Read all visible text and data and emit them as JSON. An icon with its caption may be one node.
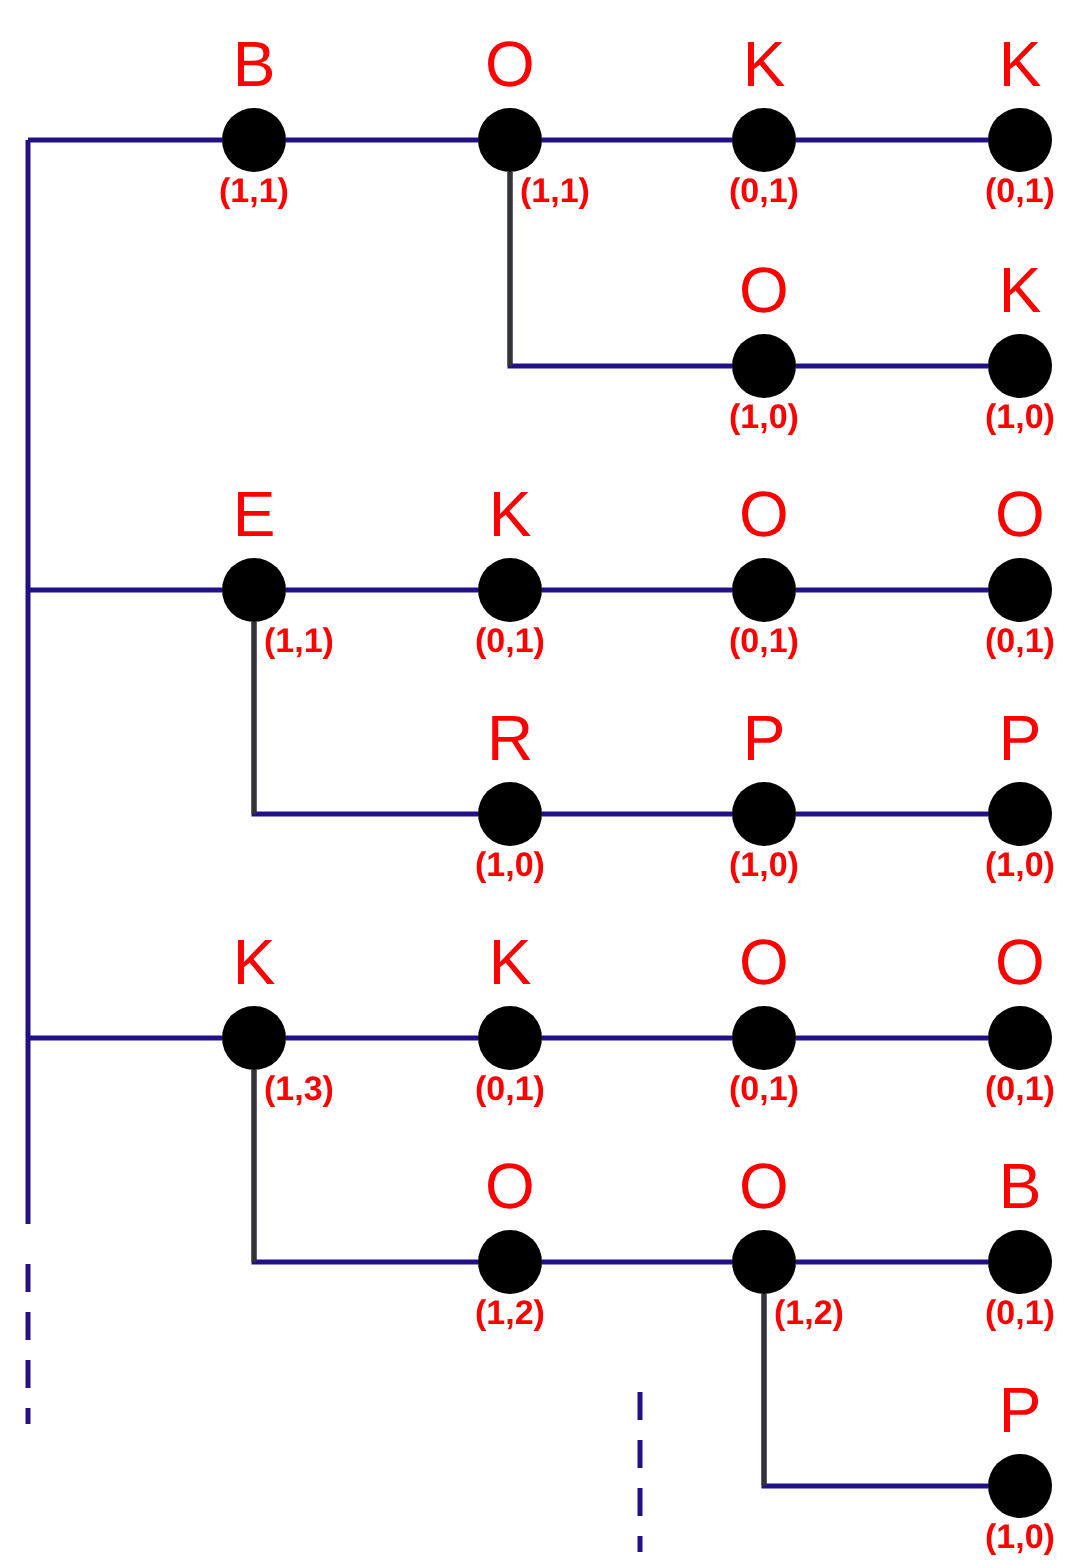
{
  "diagram": {
    "nodes": [
      {
        "text": [
          "B"
        ],
        "beside": [
          "(1,1)"
        ]
      },
      {
        "text": [
          "O"
        ],
        "beside": [
          "(1,1)"
        ]
      },
      {
        "text": [
          "K"
        ],
        "beside": [
          "(0,1)"
        ]
      },
      {
        "text": [
          "K"
        ],
        "beside": [
          "(0,1)"
        ]
      },
      {
        "text": [
          "O"
        ],
        "beside": [
          "(1,0)"
        ]
      },
      {
        "text": [
          "K"
        ],
        "beside": [
          "(1,0)"
        ]
      },
      {
        "text": [
          "E"
        ],
        "beside": [
          "(1,1)"
        ]
      },
      {
        "text": [
          "K"
        ],
        "beside": [
          "(0,1)"
        ]
      },
      {
        "text": [
          "O"
        ],
        "beside": [
          "(0,1)"
        ]
      },
      {
        "text": [
          "O"
        ],
        "beside": [
          "(0,1)"
        ]
      },
      {
        "text": [
          "R"
        ],
        "beside": [
          "(1,0)"
        ]
      },
      {
        "text": [
          "P"
        ],
        "beside": [
          "(1,0)"
        ]
      },
      {
        "text": [
          "P"
        ],
        "beside": [
          "(1,0)"
        ]
      },
      {
        "text": [
          "K"
        ],
        "beside": [
          "(1,3)"
        ]
      },
      {
        "text": [
          "K"
        ],
        "beside": [
          "(0,1)"
        ]
      },
      {
        "text": [
          "O"
        ],
        "beside": [
          "(0,1)"
        ]
      },
      {
        "text": [
          "O"
        ],
        "beside": [
          "(0,1)"
        ]
      },
      {
        "text": [
          "O"
        ],
        "beside": [
          "(1,2)"
        ]
      },
      {
        "text": [
          "O"
        ],
        "beside": [
          "(1,2)"
        ]
      },
      {
        "text": [
          "B"
        ],
        "beside": [
          "(0,1)"
        ]
      },
      {
        "text": [
          "P"
        ],
        "beside": [
          "(1,0)"
        ]
      }
    ],
    "edges": [
      {
        "from": null,
        "to": 0,
        "arrow": "none"
      },
      {
        "from": 0,
        "to": 1,
        "arrow": "none"
      },
      {
        "from": 1,
        "to": 2,
        "arrow": "none"
      },
      {
        "from": 2,
        "to": 3,
        "arrow": "none"
      },
      {
        "from": 1,
        "to": 4,
        "arrow": "none"
      },
      {
        "from": 4,
        "to": 5,
        "arrow": "none"
      },
      {
        "from": null,
        "to": 6,
        "arrow": "none"
      },
      {
        "from": 6,
        "to": 7,
        "arrow": "none"
      },
      {
        "from": 7,
        "to": 8,
        "arrow": "none"
      },
      {
        "from": 8,
        "to": 9,
        "arrow": "none"
      },
      {
        "from": 6,
        "to": 10,
        "arrow": "none"
      },
      {
        "from": 10,
        "to": 11,
        "arrow": "none"
      },
      {
        "from": 11,
        "to": 12,
        "arrow": "none"
      },
      {
        "from": null,
        "to": 13,
        "arrow": "none"
      },
      {
        "from": 13,
        "to": 14,
        "arrow": "none"
      },
      {
        "from": 14,
        "to": 15,
        "arrow": "none"
      },
      {
        "from": 15,
        "to": 16,
        "arrow": "none"
      },
      {
        "from": 13,
        "to": 17,
        "arrow": "none"
      },
      {
        "from": 17,
        "to": 18,
        "arrow": "none"
      },
      {
        "from": 18,
        "to": 19,
        "arrow": "none"
      },
      {
        "from": 18,
        "to": 20,
        "arrow": "none"
      }
    ]
  }
}
